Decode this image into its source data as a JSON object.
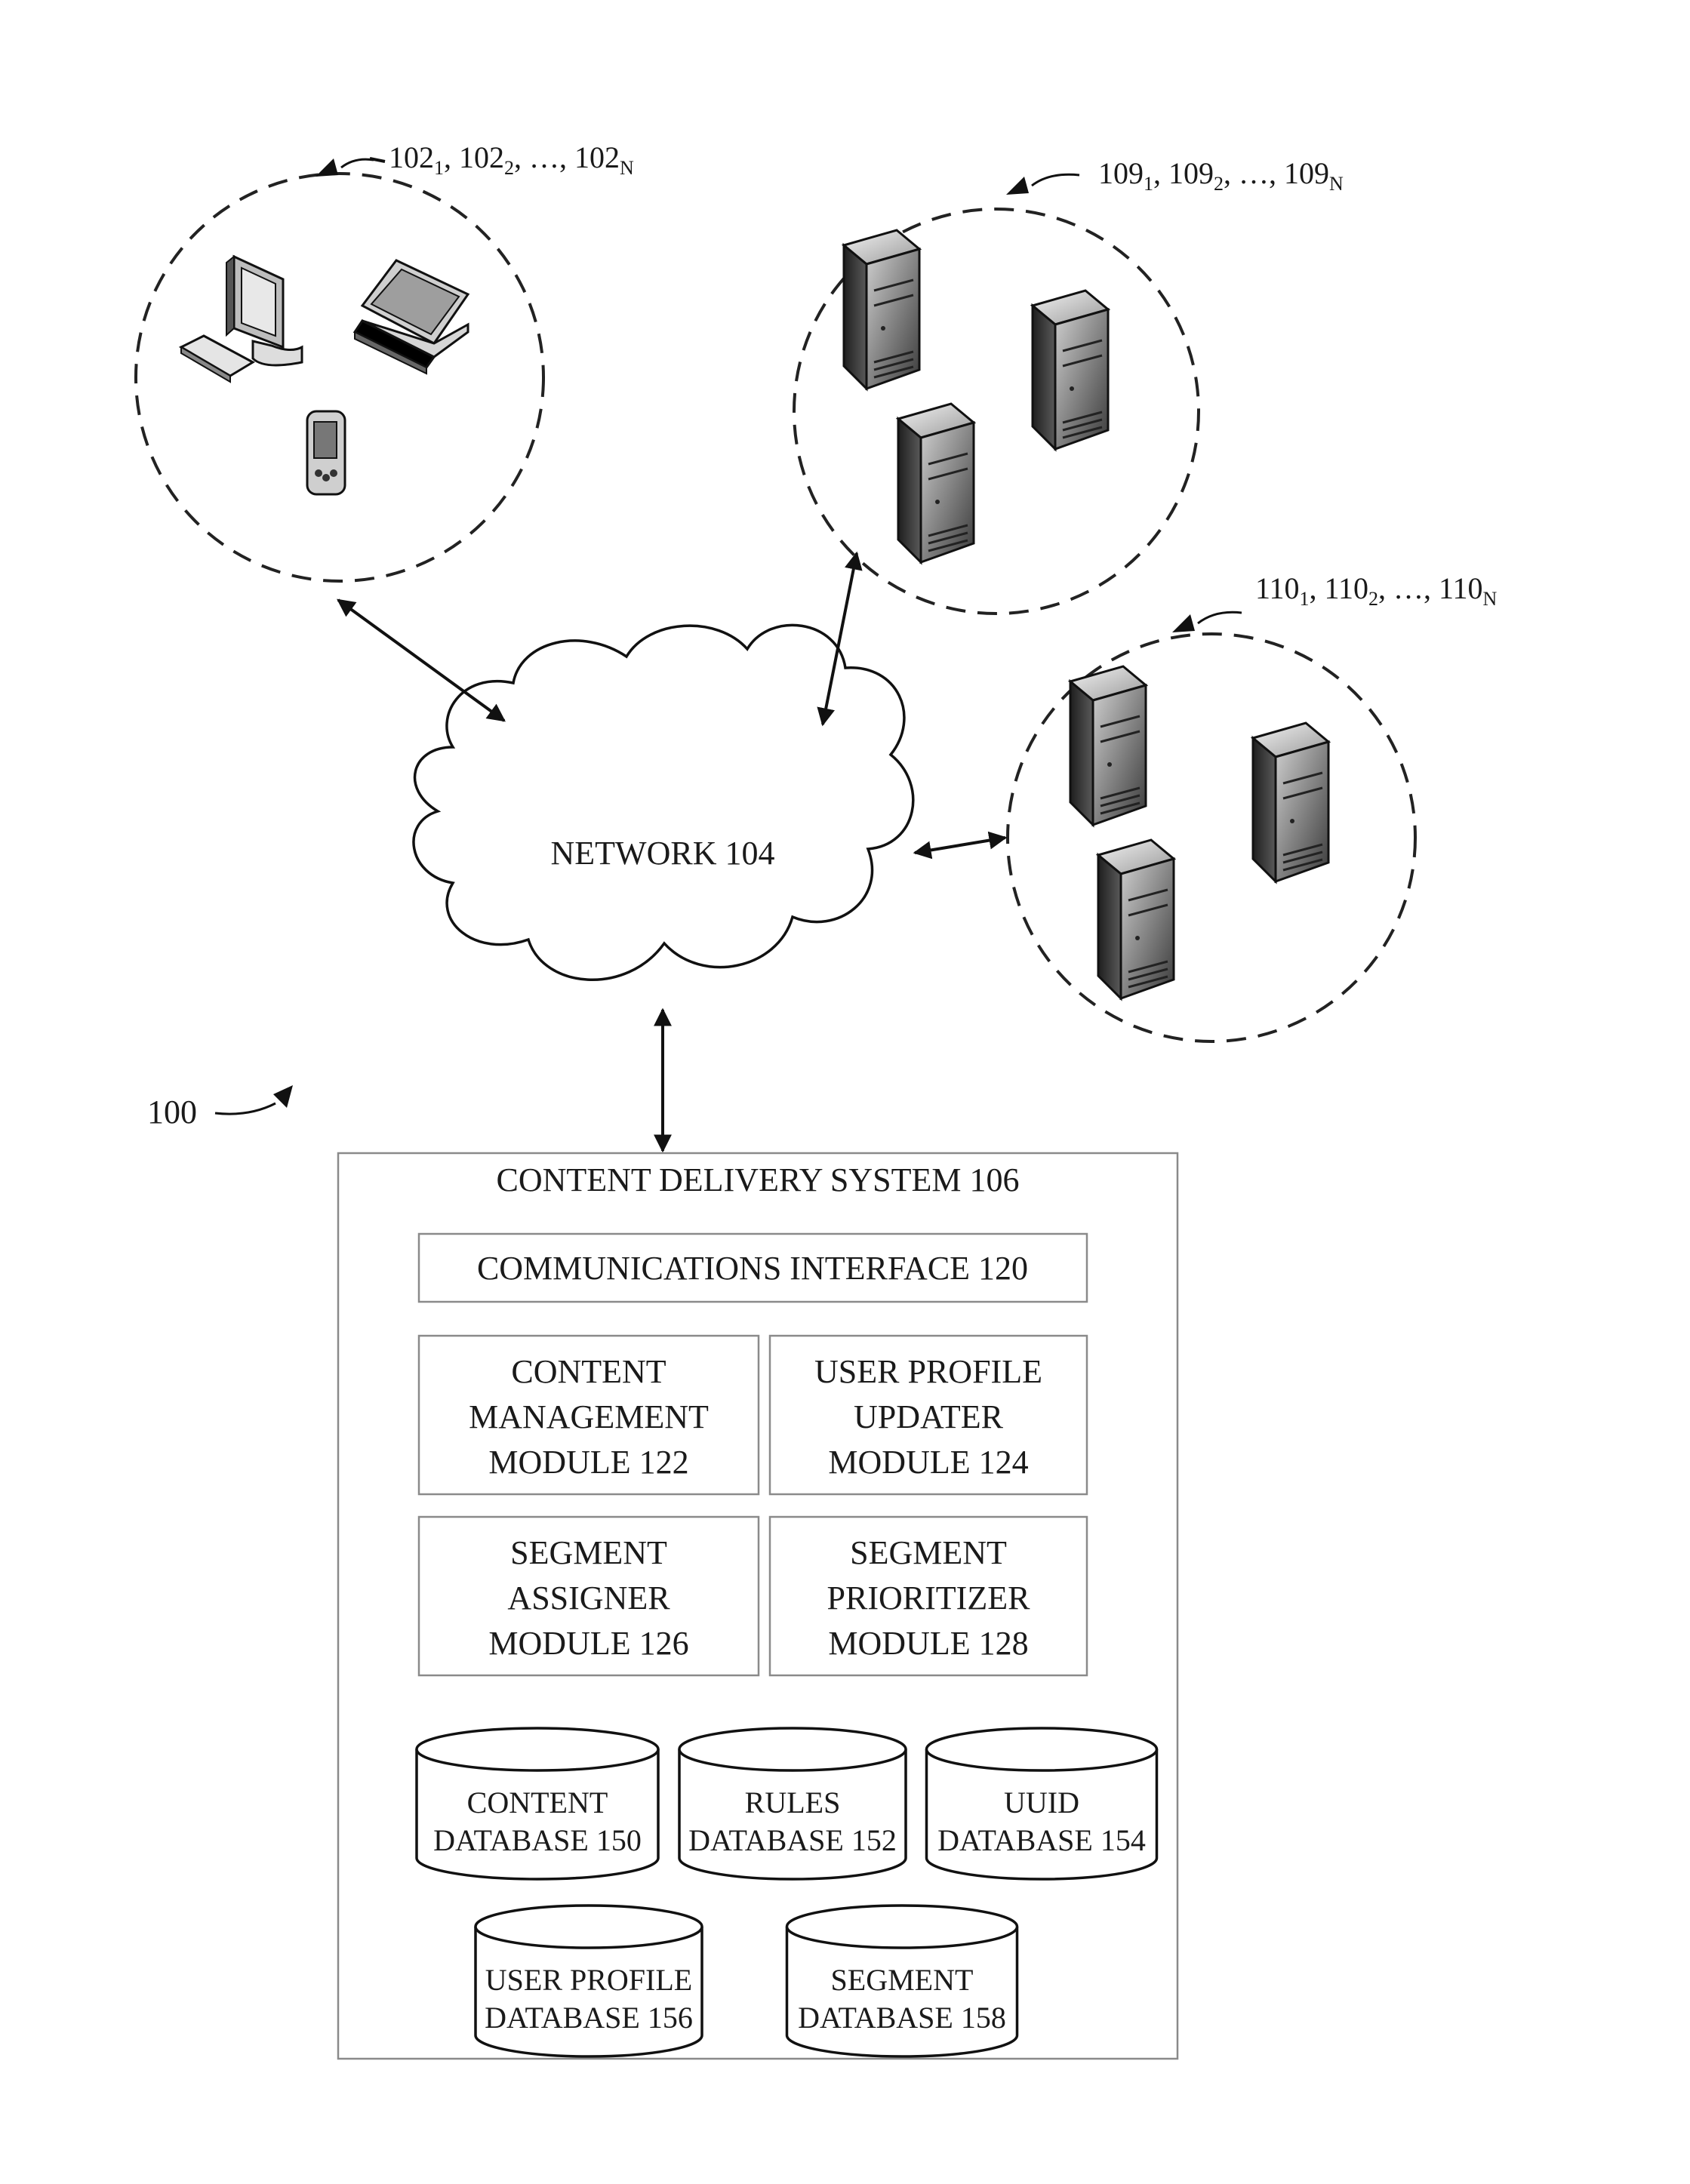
{
  "figure_ref": "100",
  "groups": {
    "client_devices": {
      "label_base": [
        "102",
        "102",
        "102"
      ],
      "label_sub": [
        "1",
        "2",
        "N"
      ],
      "icons": [
        "desktop-computer-icon",
        "laptop-icon",
        "mobile-device-icon"
      ]
    },
    "servers_109": {
      "label_base": [
        "109",
        "109",
        "109"
      ],
      "label_sub": [
        "1",
        "2",
        "N"
      ],
      "icons": [
        "server-icon",
        "server-icon",
        "server-icon"
      ]
    },
    "servers_110": {
      "label_base": [
        "110",
        "110",
        "110"
      ],
      "label_sub": [
        "1",
        "2",
        "N"
      ],
      "icons": [
        "server-icon",
        "server-icon",
        "server-icon"
      ]
    }
  },
  "network": {
    "label": "NETWORK 104"
  },
  "system": {
    "title": "CONTENT DELIVERY SYSTEM 106",
    "comm_interface": "COMMUNICATIONS INTERFACE 120",
    "modules": [
      {
        "lines": [
          "CONTENT",
          "MANAGEMENT",
          "MODULE 122"
        ]
      },
      {
        "lines": [
          "USER PROFILE",
          "UPDATER",
          "MODULE 124"
        ]
      },
      {
        "lines": [
          "SEGMENT",
          "ASSIGNER",
          "MODULE 126"
        ]
      },
      {
        "lines": [
          "SEGMENT",
          "PRIORITIZER",
          "MODULE 128"
        ]
      }
    ],
    "databases": [
      {
        "lines": [
          "CONTENT",
          "DATABASE 150"
        ]
      },
      {
        "lines": [
          "RULES",
          "DATABASE 152"
        ]
      },
      {
        "lines": [
          "UUID",
          "DATABASE 154"
        ]
      },
      {
        "lines": [
          "USER PROFILE",
          "DATABASE 156"
        ]
      },
      {
        "lines": [
          "SEGMENT",
          "DATABASE 158"
        ]
      }
    ]
  },
  "colors": {
    "line": "#111111",
    "box_border": "#8a8a8a"
  }
}
